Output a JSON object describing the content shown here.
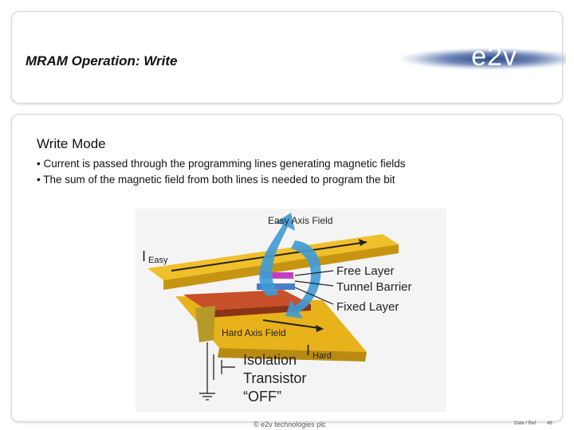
{
  "slide": {
    "title": "MRAM Operation: Write",
    "logo_text": "e2v",
    "section_heading": "Write Mode",
    "bullets": [
      "• Current is passed through the programming lines generating magnetic fields",
      "• The sum of the magnetic field from both lines is needed to program the bit"
    ]
  },
  "diagram": {
    "easy_axis_field": "Easy Axis Field",
    "i_easy": "I",
    "i_easy_sub": "Easy",
    "free_layer": "Free Layer",
    "tunnel_barrier": "Tunnel Barrier",
    "fixed_layer": "Fixed Layer",
    "hard_axis_field": "Hard Axis Field",
    "i_hard": "I",
    "i_hard_sub": "Hard",
    "isolation": "Isolation",
    "transistor": "Transistor",
    "off": "“OFF”"
  },
  "footer": {
    "copyright": "© e2v technologies plc",
    "date_ref": "Date / Ref",
    "page": "48"
  },
  "colors": {
    "line_yellow": "#e8b21a",
    "line_orange": "#c8502a",
    "arrow_blue": "#3f9ad6"
  }
}
